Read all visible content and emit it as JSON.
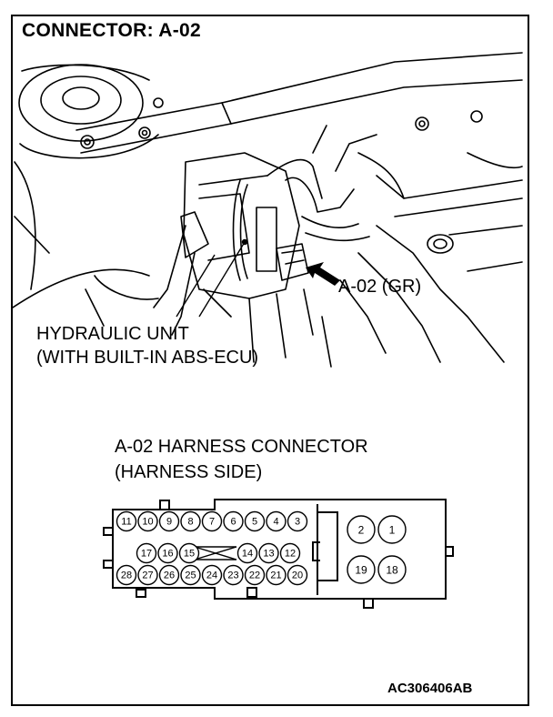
{
  "title": "CONNECTOR: A-02",
  "labels": {
    "hydraulic_unit_line1": "HYDRAULIC UNIT",
    "hydraulic_unit_line2": "(WITH BUILT-IN ABS-ECU)",
    "connector": "A-02 (GR)"
  },
  "harness": {
    "title_line1": "A-02 HARNESS CONNECTOR",
    "title_line2": "(HARNESS SIDE)",
    "row1": [
      "11",
      "10",
      "9",
      "8",
      "7",
      "6",
      "5",
      "4",
      "3"
    ],
    "row2_left": [
      "17",
      "16",
      "15"
    ],
    "row2_right": [
      "14",
      "13",
      "12"
    ],
    "row3": [
      "28",
      "27",
      "26",
      "25",
      "24",
      "23",
      "22",
      "21",
      "20"
    ],
    "big_pins_top": [
      "2",
      "1"
    ],
    "big_pins_bottom": [
      "19",
      "18"
    ]
  },
  "figure_id": "AC306406AB"
}
